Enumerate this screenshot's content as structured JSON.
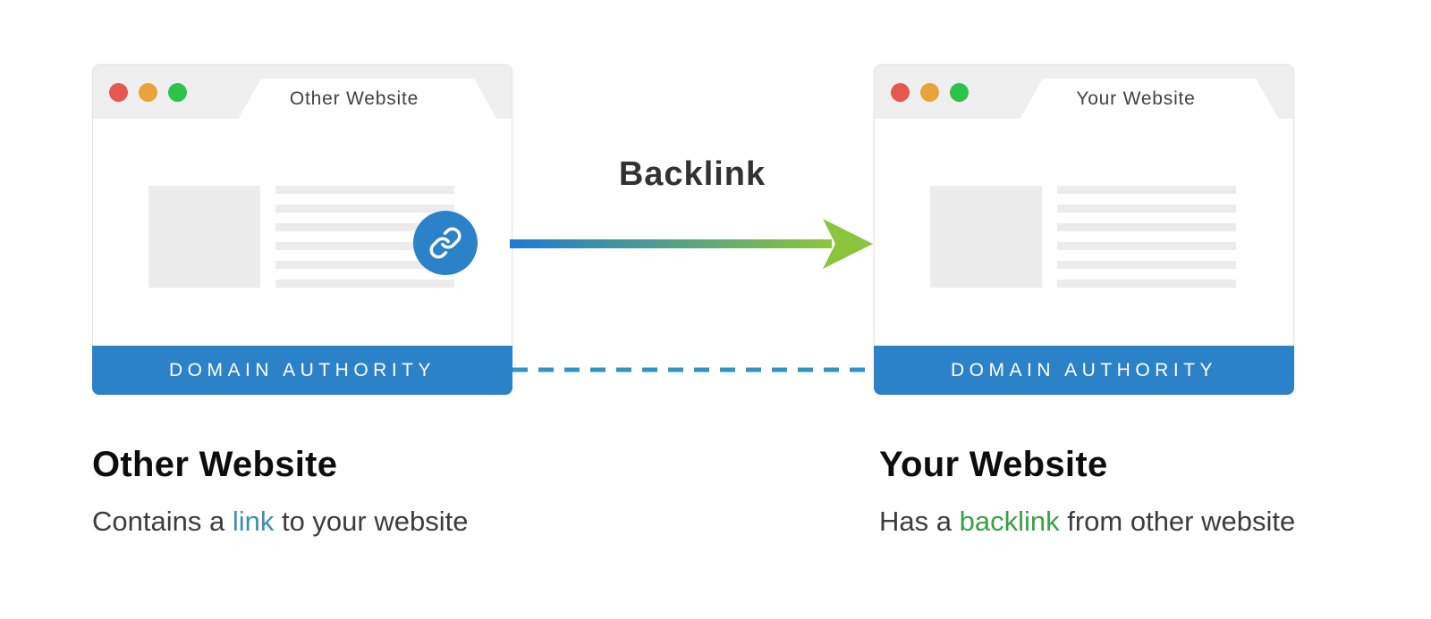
{
  "title_label": "Backlink",
  "windows": [
    {
      "tab_title": "Other Website",
      "bar_label": "DOMAIN AUTHORITY"
    },
    {
      "tab_title": "Your Website",
      "bar_label": "DOMAIN AUTHORITY"
    }
  ],
  "captions": [
    {
      "title": "Other Website",
      "before": "Contains a ",
      "highlight": "link",
      "after": " to your website"
    },
    {
      "title": "Your Website",
      "before": "Has a ",
      "highlight": "backlink",
      "after": " from other website"
    }
  ],
  "icons": {
    "left_window_badge": "chain-link-icon",
    "window_controls": [
      "close",
      "minimize",
      "maximize"
    ]
  },
  "colors": {
    "blue-bar": "#2b82c9",
    "dash-blue": "#2e95c7",
    "arrow-blue": "#1e7ad2",
    "arrow-green": "#8bc53e",
    "dot-red": "#e4584e",
    "dot-orange": "#e8a33b",
    "dot-green": "#2dc24a",
    "chrome-gray": "#efeff0",
    "border-gray": "#e4e4e6",
    "placeholder-gray": "#ececec",
    "link-blue": "#3f8fb0",
    "link-green": "#39a047"
  }
}
